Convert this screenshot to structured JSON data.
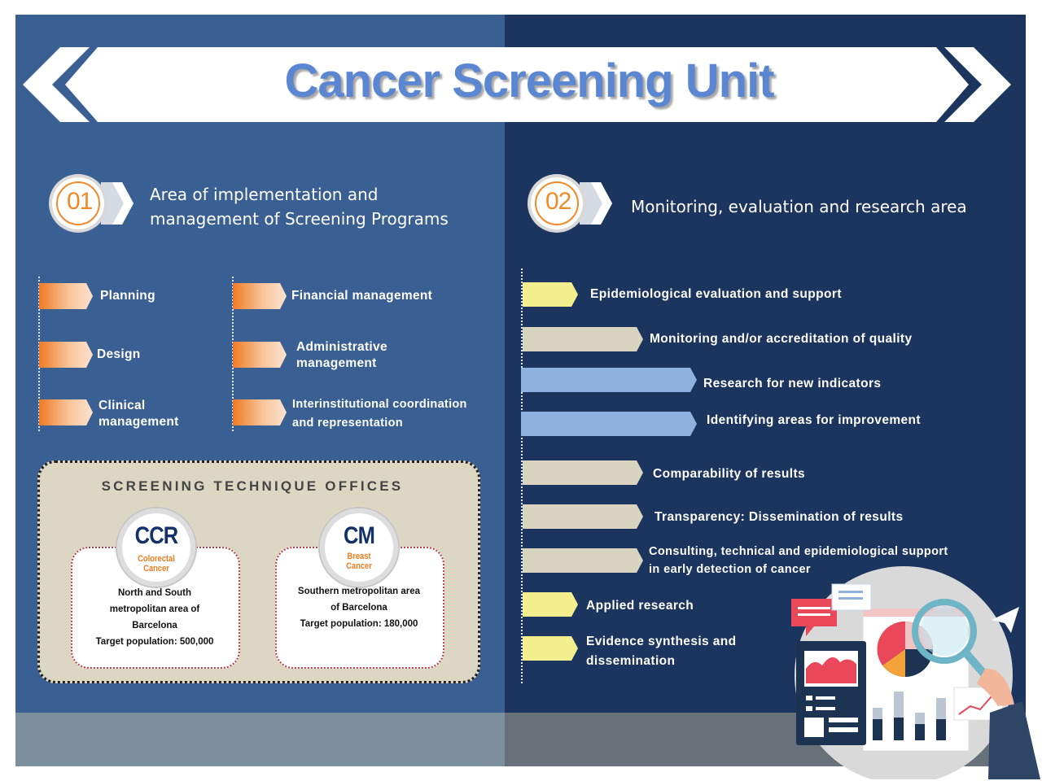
{
  "title": "Cancer Screening Unit",
  "section1": {
    "number": "01",
    "title_line1": "Area of implementation and",
    "title_line2": "management of Screening Programs"
  },
  "section2": {
    "number": "02",
    "title": "Monitoring, evaluation and research area"
  },
  "left_items": {
    "col1": [
      {
        "line1": "Planning",
        "line2": ""
      },
      {
        "line1": "Design",
        "line2": ""
      },
      {
        "line1": "Clinical",
        "line2": "management"
      }
    ],
    "col2": [
      {
        "line1": "Financial management",
        "line2": ""
      },
      {
        "line1": "Administrative",
        "line2": "management"
      },
      {
        "line1": "Interinstitutional coordination",
        "line2": "and representation"
      }
    ]
  },
  "offices": {
    "title": "SCREENING TECHNIQUE OFFICES",
    "ccr": {
      "code": "CCR",
      "sub1": "Colorectal",
      "sub2": "Cancer",
      "area1": "North and South",
      "area2": "metropolitan area of",
      "area3": "Barcelona",
      "target": "Target population: 500,000"
    },
    "cm": {
      "code": "CM",
      "sub1": "Breast",
      "sub2": "Cancer",
      "area1": "Southern metropolitan area",
      "area2": "of Barcelona",
      "target": "Target population: 180,000"
    }
  },
  "right_items": [
    {
      "line1": "Epidemiological evaluation and support",
      "line2": "",
      "color": "#f3ef8e"
    },
    {
      "line1": "Monitoring and/or accreditation of quality",
      "line2": "",
      "color": "#d9d4c0"
    },
    {
      "line1": "Research for new indicators",
      "line2": "",
      "color": "#8fb1e0"
    },
    {
      "line1": "Identifying areas for improvement",
      "line2": "",
      "color": "#8fb1e0"
    },
    {
      "line1": "Comparability of results",
      "line2": "",
      "color": "#d9d4c0"
    },
    {
      "line1": "Transparency: Dissemination of results",
      "line2": "",
      "color": "#d9d4c0"
    },
    {
      "line1": "Consulting, technical and epidemiological support",
      "line2": "in early detection of cancer",
      "color": "#d9d4c0"
    },
    {
      "line1": "Applied research",
      "line2": "",
      "color": "#f3ef8e"
    },
    {
      "line1": "Evidence synthesis and",
      "line2": "dissemination",
      "color": "#f3ef8e"
    }
  ],
  "colors": {
    "left_panel": "#3a5f92",
    "right_panel": "#1b355f",
    "title_blue": "#5b87d2",
    "orange": "#f08a2a",
    "office_box": "#dcd7c2"
  }
}
